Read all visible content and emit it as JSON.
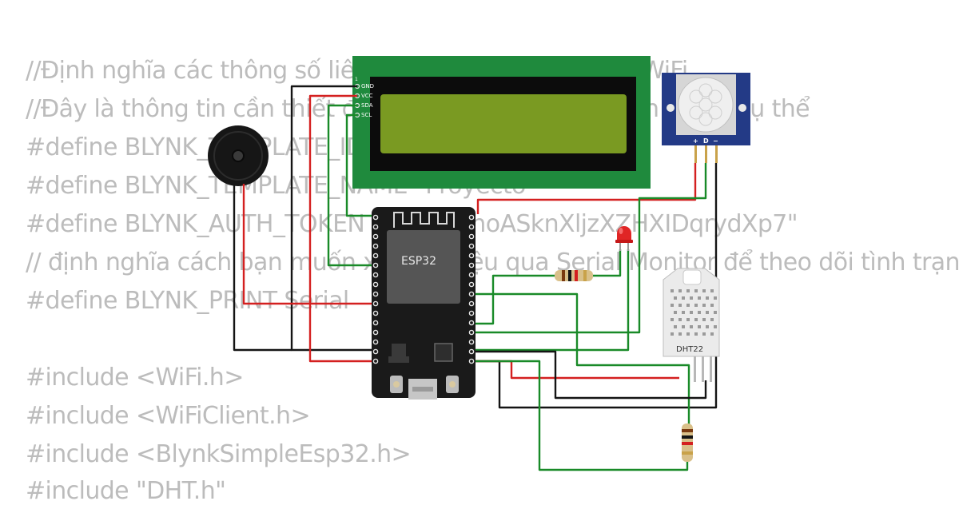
{
  "code_lines": [
    "//Định nghĩa các thông số liên kết với Blynk và mạng WiFi...",
    "//Đây là thông tin cần thiết để kết nối thiết bị với dự án Blynk cụ thể",
    "#define BLYNK_TEMPLATE_ID \"TMPL...\"",
    "#define BLYNK_TEMPLATE_NAME \"Proyecto\"",
    "#define BLYNK_AUTH_TOKEN \"...MRGcnoASknXljzXZHXIDqrydXp7\"",
    "// định nghĩa cách bạn muốn xem dữ liệu qua Serial Monitor để theo dõi tình trạng",
    "#define BLYNK_PRINT Serial",
    "",
    "#include <WiFi.h>",
    "#include <WiFiClient.h>",
    "#include <BlynkSimpleEsp32.h>",
    "#include \"DHT.h\""
  ],
  "lcd": {
    "pins": [
      "GND",
      "VCC",
      "SDA",
      "SCL"
    ],
    "pin1_marker": "1"
  },
  "esp32": {
    "label": "ESP32"
  },
  "pir": {
    "pins": [
      "+",
      "D",
      "−"
    ]
  },
  "dht": {
    "label": "DHT22"
  },
  "colors": {
    "wire_red": "#d42020",
    "wire_green": "#198a28",
    "wire_black": "#141414",
    "lcd_board": "#1f8a3d",
    "lcd_screen": "#7a9a22",
    "pir_board": "#233a86"
  }
}
